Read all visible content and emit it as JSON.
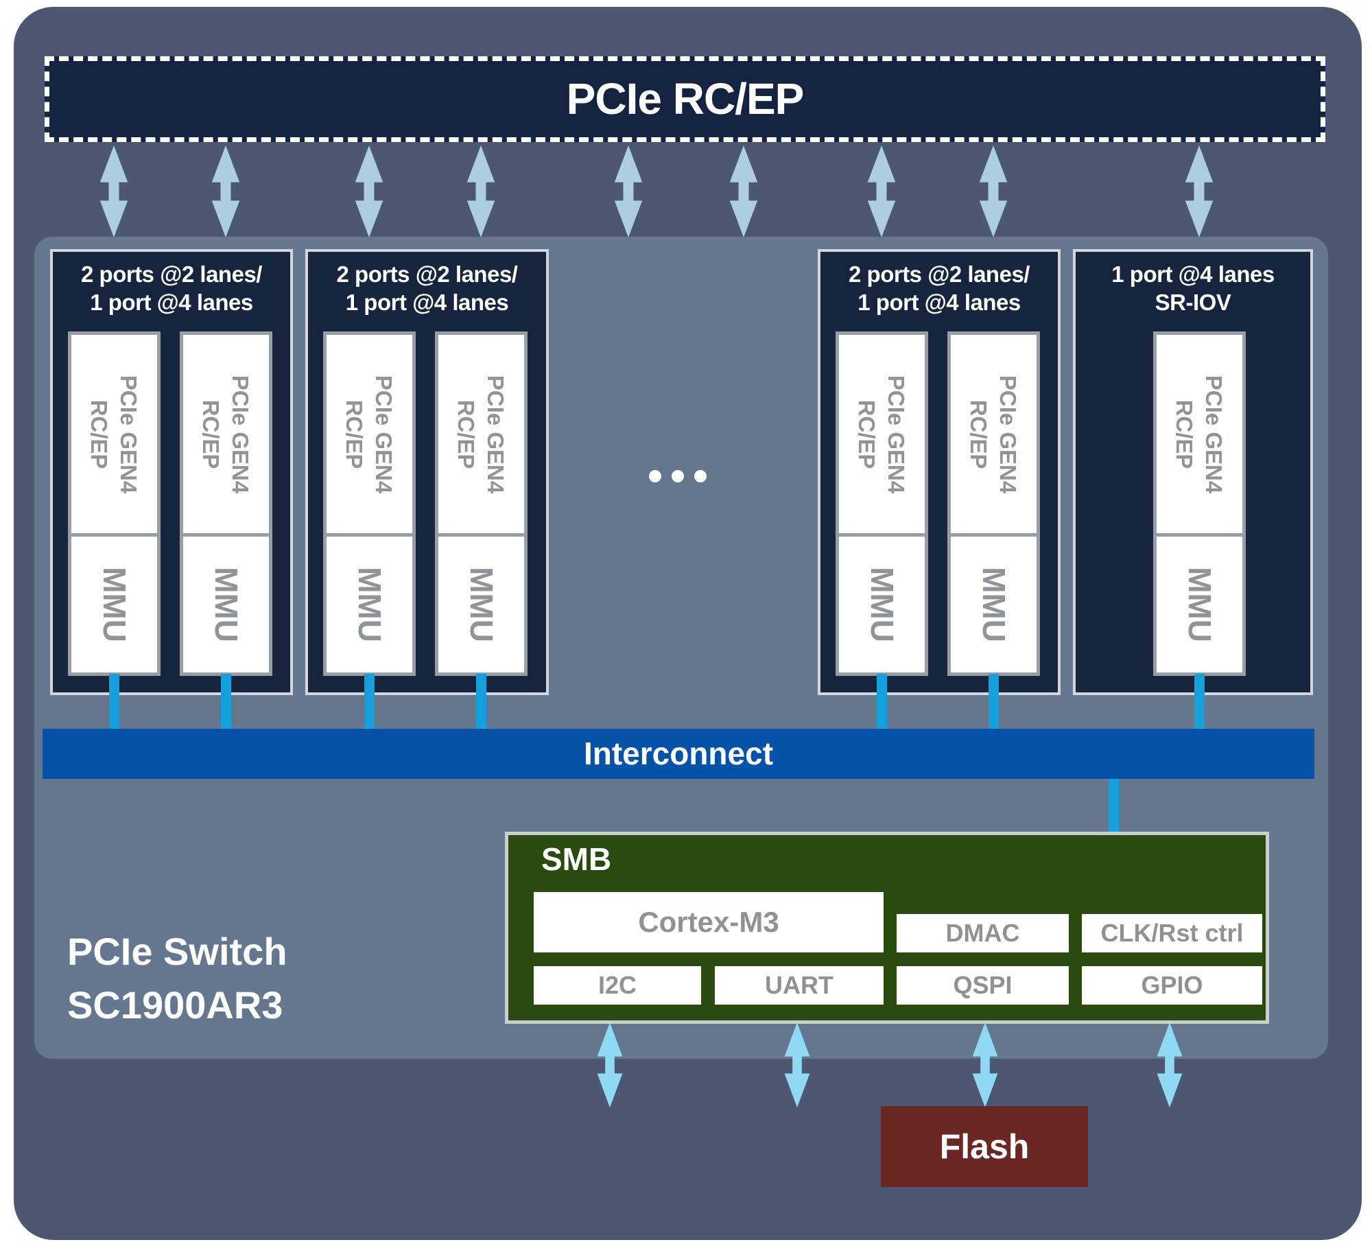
{
  "top_box": {
    "label": "PCIe RC/EP"
  },
  "groups": [
    {
      "title1": "2 ports @2 lanes/",
      "title2": "1 port @4 lanes"
    },
    {
      "title1": "2 ports @2 lanes/",
      "title2": "1 port @4 lanes"
    },
    {
      "title1": "2 ports @2 lanes/",
      "title2": "1 port @4 lanes"
    },
    {
      "title1": "1 port @4 lanes",
      "title2": "SR-IOV"
    }
  ],
  "port_card": {
    "line1": "PCIe GEN4",
    "line2": "RC/EP",
    "mmu": "MMU"
  },
  "interconnect": {
    "label": "Interconnect"
  },
  "smb": {
    "title": "SMB",
    "cortex": "Cortex-M3",
    "dmac": "DMAC",
    "clk": "CLK/Rst ctrl",
    "io": [
      {
        "label": "I2C"
      },
      {
        "label": "UART"
      },
      {
        "label": "QSPI"
      },
      {
        "label": "GPIO"
      }
    ]
  },
  "flash": {
    "label": "Flash"
  },
  "chip": {
    "line1": "PCIe Switch",
    "line2": "SC1900AR3"
  },
  "colors": {
    "outer_bg": "#4c5872",
    "panel_bg": "#64778f",
    "group_navy": "#16243e",
    "dashed_box_bg": "#142340",
    "interconnect_blue": "#0552a8",
    "stub_blue": "#14a0dd",
    "arrow_muted_blue": "#accedd",
    "arrow_bright_blue": "#8fd9f5",
    "smb_green": "#2b4a10",
    "flash_maroon": "#6a2724",
    "box_text_gray": "#8f9193",
    "text_white": "#ffffff"
  }
}
